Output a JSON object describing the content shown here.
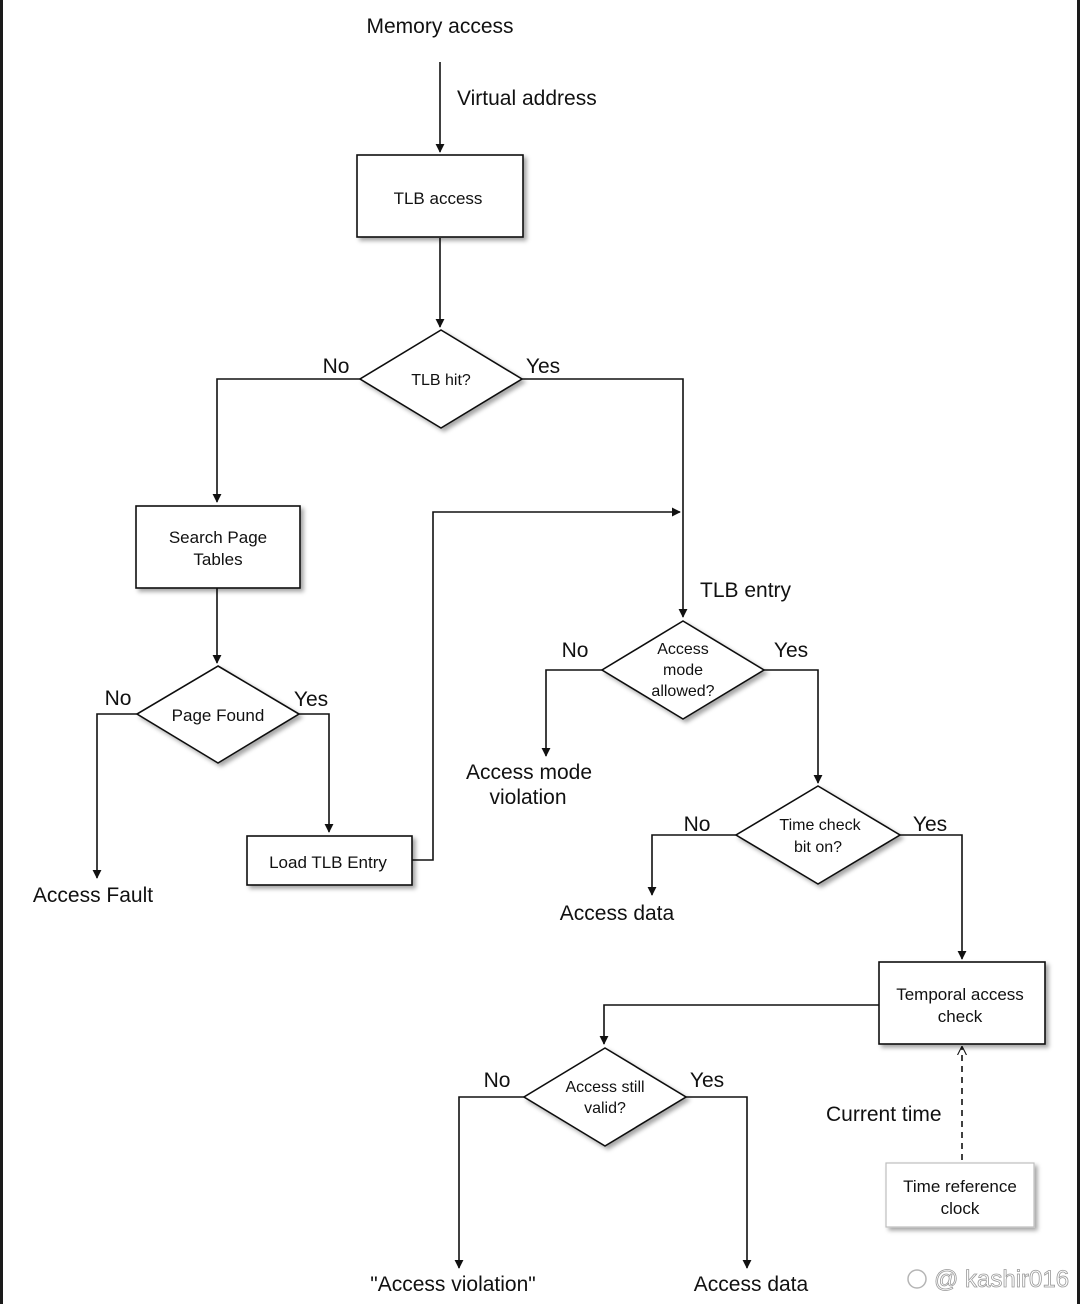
{
  "diagram": {
    "start_label": "Memory access",
    "virtual_address_label": "Virtual address",
    "tlb_access": "TLB access",
    "tlb_hit": "TLB hit?",
    "search_page_tables": [
      "Search Page",
      "Tables"
    ],
    "page_found": "Page Found",
    "load_tlb_entry": "Load TLB Entry",
    "access_fault": "Access Fault",
    "tlb_entry_label": "TLB entry",
    "access_mode_allowed": [
      "Access",
      "mode",
      "allowed?"
    ],
    "access_mode_violation": [
      "Access mode",
      "violation"
    ],
    "time_check_bit_on": [
      "Time check",
      "bit on?"
    ],
    "access_data_1": "Access data",
    "temporal_access_check": [
      "Temporal access",
      "check"
    ],
    "access_still_valid": [
      "Access still",
      "valid?"
    ],
    "current_time_label": "Current time",
    "time_reference_clock": [
      "Time reference",
      "clock"
    ],
    "access_violation_quoted": "\"Access violation\"",
    "access_data_2": "Access data",
    "yes": "Yes",
    "no": "No"
  },
  "watermark": "@ kashir016"
}
